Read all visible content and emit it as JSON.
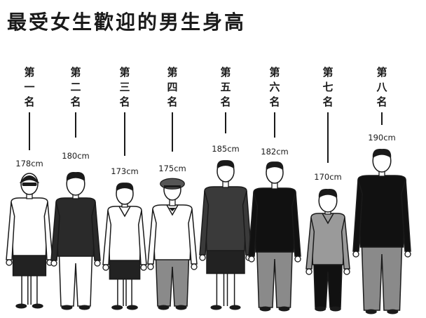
{
  "title": "最受女生歡迎的男生身高",
  "figures": [
    {
      "rank": "第一名",
      "height": "178cm",
      "hair": "bowl",
      "top": "white",
      "bottom": "shorts-dark",
      "skin": "#ffffff"
    },
    {
      "rank": "第二名",
      "height": "180cm",
      "hair": "short",
      "top": "dark-long",
      "bottom": "pants-white",
      "skin": "#ffffff"
    },
    {
      "rank": "第三名",
      "height": "173cm",
      "hair": "short",
      "top": "white-vest",
      "bottom": "shorts-dark",
      "skin": "#ffffff"
    },
    {
      "rank": "第四名",
      "height": "175cm",
      "hair": "cap",
      "top": "jacket-white",
      "bottom": "pants-gray",
      "skin": "#ffffff"
    },
    {
      "rank": "第五名",
      "height": "185cm",
      "hair": "short",
      "top": "dark-sweater",
      "bottom": "shorts-dark",
      "skin": "#ffffff"
    },
    {
      "rank": "第六名",
      "height": "182cm",
      "hair": "short",
      "top": "black",
      "bottom": "pants-gray",
      "skin": "#ffffff"
    },
    {
      "rank": "第七名",
      "height": "170cm",
      "hair": "short",
      "top": "gray-shirt",
      "bottom": "pants-black",
      "skin": "#ffffff"
    },
    {
      "rank": "第八名",
      "height": "190cm",
      "hair": "short",
      "top": "black-coat",
      "bottom": "pants-gray",
      "skin": "#ffffff"
    }
  ],
  "colors": {
    "ink": "#1a1a1a",
    "gray": "#888888",
    "dark": "#333333",
    "paper": "#ffffff"
  }
}
